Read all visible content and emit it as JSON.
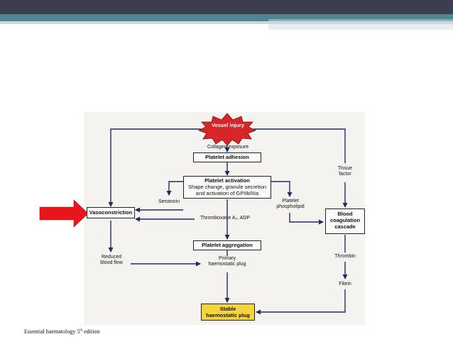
{
  "diagram": {
    "vessel_injury": "Vessel injury",
    "collagen_exposure": "Collagen exposure",
    "platelet_adhesion": "Platelet adhesion",
    "platelet_activation": "Platelet activation",
    "activation_line2": "Shape change, granule secretion",
    "activation_line3": "and activation of GPIIb/IIIa",
    "serotonin": "Serotonin",
    "vasoconstriction": "Vasoconstriction",
    "thromboxane": "Thromboxane A₂, ADP",
    "platelet_phospholipid_1": "Platelet",
    "platelet_phospholipid_2": "phospholipid",
    "tissue_factor_1": "Tissue",
    "tissue_factor_2": "factor",
    "blood_coag_1": "Blood",
    "blood_coag_2": "coagulation",
    "blood_coag_3": "cascade",
    "platelet_aggregation": "Platelet aggregation",
    "reduced_blood_flow_1": "Reduced",
    "reduced_blood_flow_2": "blood flow",
    "primary_plug_1": "Primary",
    "primary_plug_2": "haemostatic plug",
    "thrombin": "Thrombin",
    "fibrin": "Fibrin",
    "stable_plug_1": "Stable",
    "stable_plug_2": "haemostatic plug"
  },
  "caption": {
    "text": "Essential haematology 5",
    "superscript": "th",
    "suffix": " edition"
  },
  "colors": {
    "header_dark": "#3a3e4e",
    "header_teal": "#4f8790",
    "burst_red": "#d6262b",
    "pointer_red": "#e8161b",
    "arrow_navy": "#1f2a6b",
    "stable_yellow": "#f4d53a"
  }
}
